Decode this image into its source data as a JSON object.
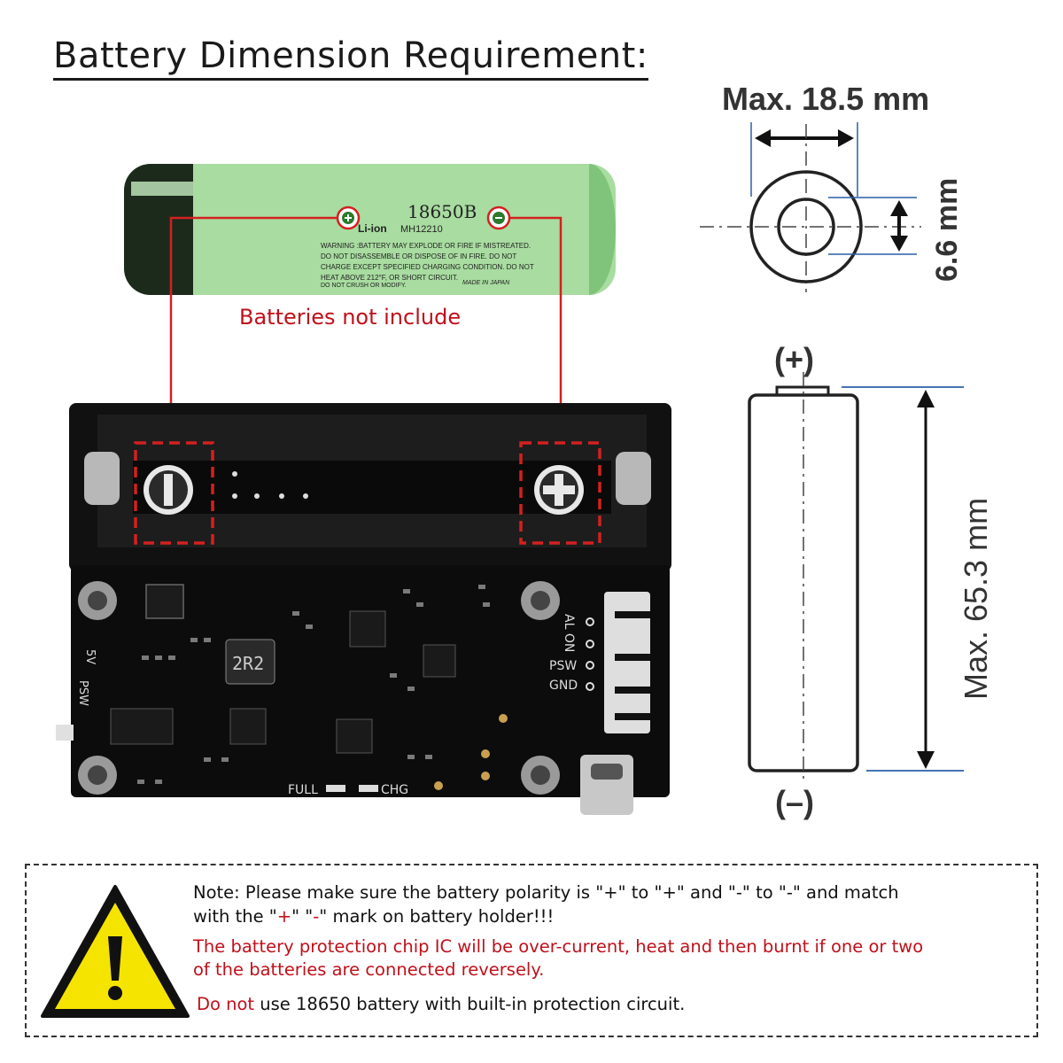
{
  "title": "Battery Dimension Requirement:",
  "battery": {
    "model": "18650B",
    "type": "Li-ion",
    "code": "MH12210",
    "warning_lines": [
      "WARNING :BATTERY MAY EXPLODE OR FIRE IF MISTREATED.",
      "DO NOT DISASSEMBLE OR DISPOSE OF IN FIRE. DO NOT",
      "CHARGE EXCEPT SPECIFIED CHARGING CONDITION. DO NOT",
      "HEAT ABOVE 212°F, OR SHORT CIRCUIT.",
      "DO NOT CRUSH OR MODIFY."
    ],
    "origin": "MADE IN JAPAN",
    "color_body": "#a8dca0",
    "color_end": "#1c2a1c"
  },
  "not_included": "Batteries not include",
  "dimensions": {
    "diameter": "Max. 18.5 mm",
    "terminal": "6.6 mm",
    "length": "Max. 65.3 mm",
    "plus": "(+)",
    "minus": "(–)"
  },
  "board": {
    "inductor": "2R2",
    "pins": [
      "AL ON",
      "PSW",
      "GND"
    ],
    "label_5v": "5V",
    "label_psw": "PSW",
    "led_full": "FULL",
    "led_chg": "CHG"
  },
  "note": {
    "line1": "Note: Please make sure the battery polarity is \"+\" to \"+\" and \"-\" to \"-\" and match",
    "line2_a": "with the \"",
    "line2_b": "+",
    "line2_c": "\" \"",
    "line2_d": "-",
    "line2_e": "\" mark on battery holder!!!",
    "warn1": "The battery protection chip IC will be over-current, heat and then burnt if one or two",
    "warn2": "of the batteries are connected reversely.",
    "last_a": "Do not",
    "last_b": " use 18650 battery with built-in protection circuit."
  },
  "colors": {
    "accent_red": "#d42020",
    "dim_blue": "#2a5fa8",
    "warning_yellow": "#f5e400"
  }
}
